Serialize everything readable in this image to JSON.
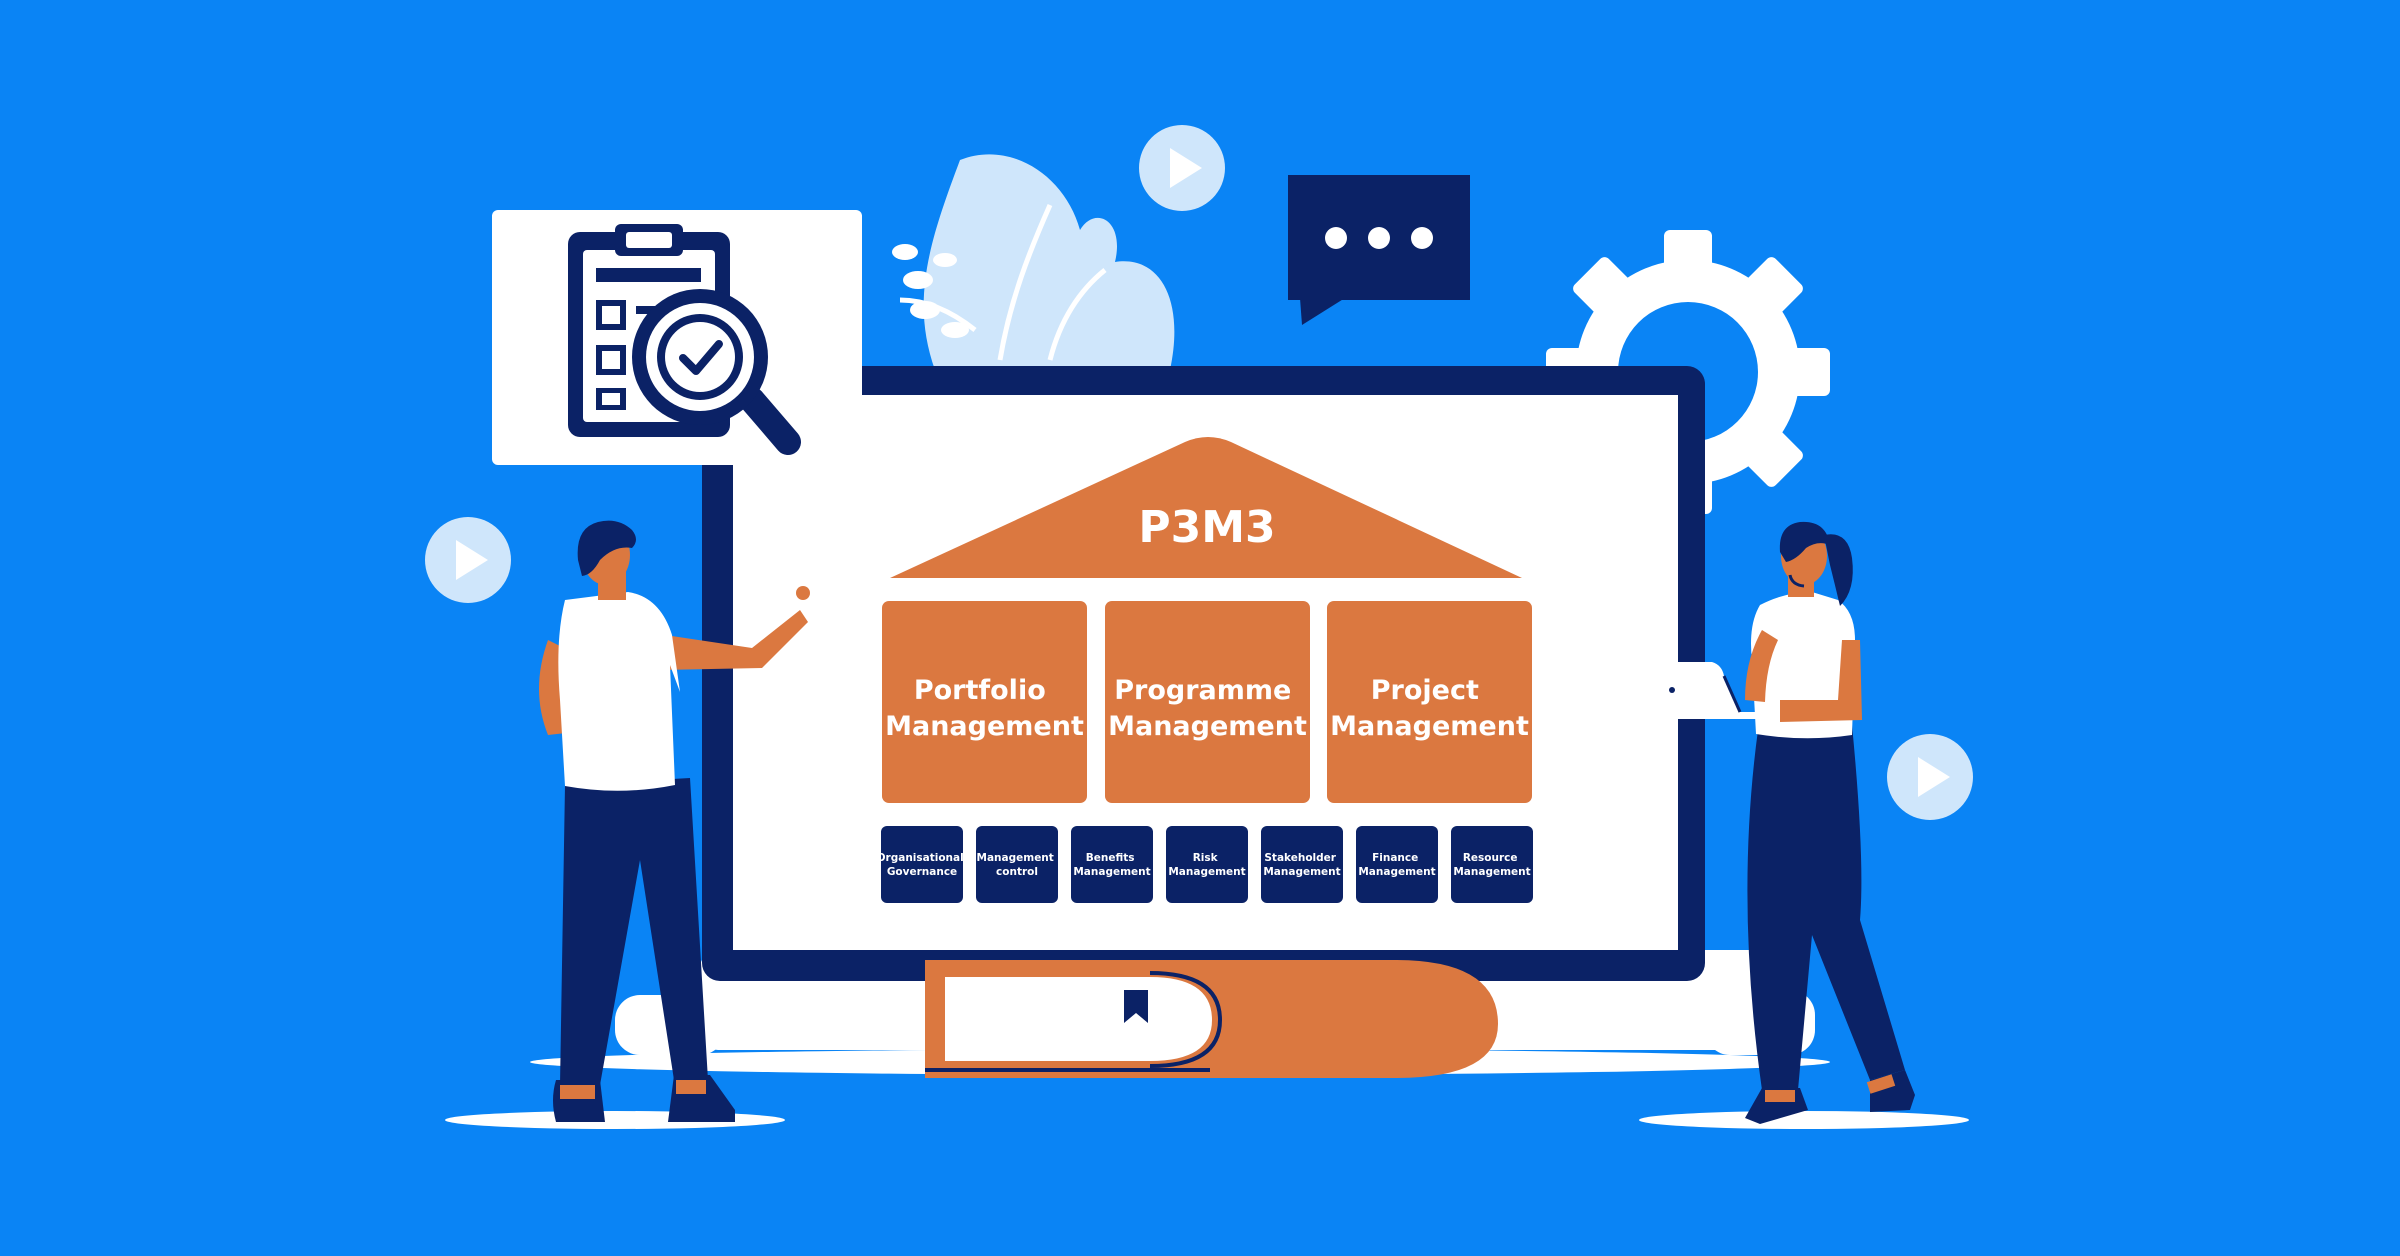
{
  "framework": {
    "title": "P3M3",
    "pillars": [
      {
        "line1": "Portfolio",
        "line2": "Management"
      },
      {
        "line1": "Programme",
        "line2": "Management"
      },
      {
        "line1": "Project",
        "line2": "Management"
      }
    ],
    "perspectives": [
      {
        "line1": "Organisational",
        "line2": "Governance"
      },
      {
        "line1": "Management",
        "line2": "control"
      },
      {
        "line1": "Benefits",
        "line2": "Management"
      },
      {
        "line1": "Risk",
        "line2": "Management"
      },
      {
        "line1": "Stakeholder",
        "line2": "Management"
      },
      {
        "line1": "Finance",
        "line2": "Management"
      },
      {
        "line1": "Resource",
        "line2": "Management"
      }
    ]
  },
  "colors": {
    "background": "#0a84f5",
    "navy": "#0b2266",
    "orange": "#db7840",
    "white": "#ffffff",
    "light_blue": "#cfe6fb"
  },
  "decor": {
    "icons": [
      "clipboard-search-icon",
      "leaf-plant-icon",
      "play-icon",
      "chat-bubble-icon",
      "gear-icon",
      "bookmark-icon"
    ],
    "people": [
      "man-pointing",
      "woman-with-laptop"
    ]
  }
}
